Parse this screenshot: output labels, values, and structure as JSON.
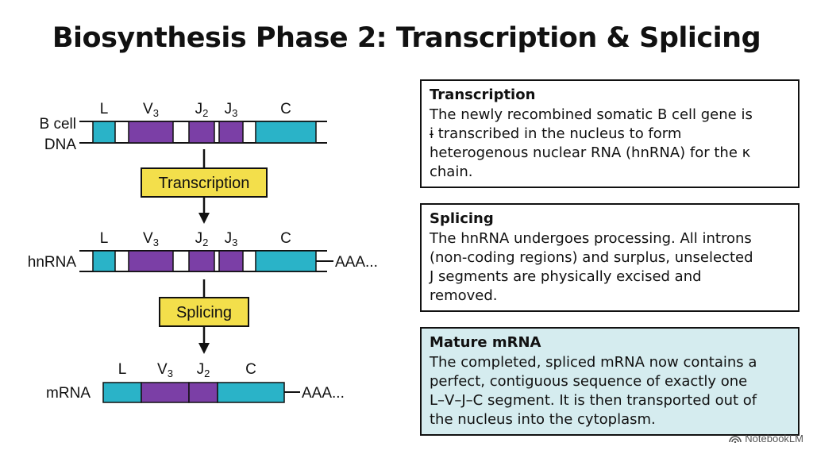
{
  "title": "Biosynthesis Phase 2: Transcription & Splicing",
  "colors": {
    "exon_teal": "#2ab3c8",
    "exon_purple": "#7b3fa6",
    "step_fill": "#f3df4b",
    "mature_panel": "#d5ecef"
  },
  "rows": [
    {
      "label_line1": "B cell",
      "label_line2": "DNA",
      "segments": [
        "L",
        "V",
        "J",
        "J",
        "C"
      ],
      "subs": [
        "",
        "3",
        "2",
        "3",
        ""
      ],
      "tail": ""
    },
    {
      "label_line1": "hnRNA",
      "label_line2": "",
      "segments": [
        "L",
        "V",
        "J",
        "J",
        "C"
      ],
      "subs": [
        "",
        "3",
        "2",
        "3",
        ""
      ],
      "tail": "AAA..."
    },
    {
      "label_line1": "mRNA",
      "label_line2": "",
      "segments": [
        "L",
        "V",
        "J",
        "C"
      ],
      "subs": [
        "",
        "3",
        "2",
        ""
      ],
      "tail": "AAA..."
    }
  ],
  "steps": [
    "Transcription",
    "Splicing"
  ],
  "panels": [
    {
      "heading": "Transcription",
      "lines": [
        "The newly recombined somatic B cell gene is",
        "ɨ transcribed in the nucleus to form",
        "heterogenous nuclear RNA (hnRNA) for the κ",
        "chain."
      ]
    },
    {
      "heading": "Splicing",
      "lines": [
        "The hnRNA undergoes processing. All introns",
        "(non-coding regions) and surplus, unselected",
        "J segments are physically excised and",
        "removed."
      ]
    },
    {
      "heading": "Mature mRNA",
      "lines": [
        "The completed, spliced mRNA now contains a",
        "perfect, contiguous sequence of exactly one",
        "L–V–J–C segment. It is then transported out of",
        "the nucleus into the cytoplasm."
      ]
    }
  ],
  "watermark": "NotebookLM"
}
